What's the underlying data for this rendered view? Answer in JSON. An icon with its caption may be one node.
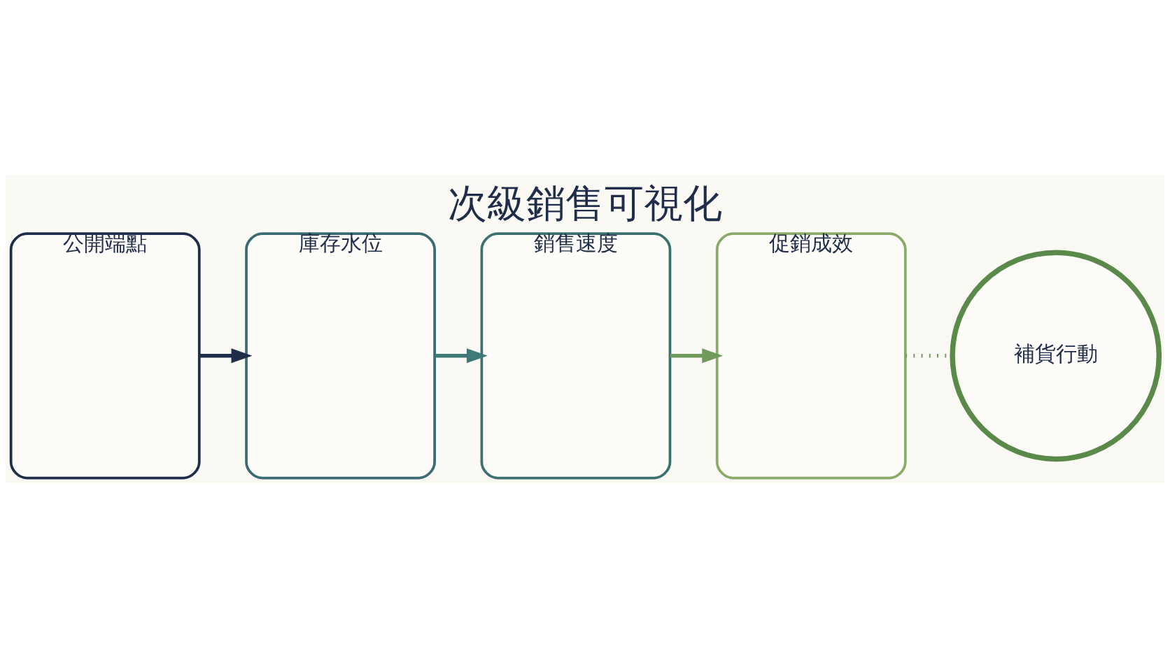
{
  "diagram": {
    "title": "次級銷售可視化",
    "nodes": [
      {
        "text": [
          "公開端點"
        ]
      },
      {
        "text": [
          "庫存水位"
        ]
      },
      {
        "text": [
          "銷售速度"
        ]
      },
      {
        "text": [
          "促銷成效"
        ]
      },
      {
        "text": [
          "補貨行動"
        ]
      }
    ],
    "edges": [
      {
        "from": 0,
        "to": 1,
        "arrow": "to",
        "color": "#1f2d4a"
      },
      {
        "from": 1,
        "to": 2,
        "arrow": "to",
        "color": "#3d7a78"
      },
      {
        "from": 2,
        "to": 3,
        "arrow": "to",
        "color": "#6f9a5a"
      },
      {
        "from": 3,
        "to": 4,
        "arrow": "none",
        "style": "dashed",
        "color": "#6f9a5a"
      }
    ]
  }
}
